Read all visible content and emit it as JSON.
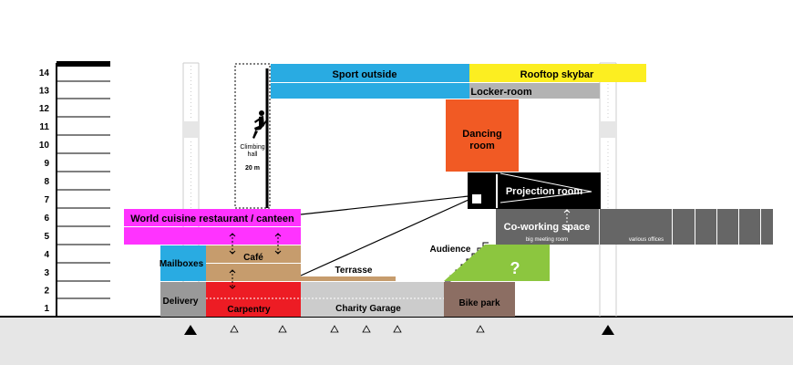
{
  "floors": [
    "1",
    "2",
    "3",
    "4",
    "5",
    "6",
    "7",
    "8",
    "9",
    "10",
    "11",
    "12",
    "13",
    "14"
  ],
  "spaces": {
    "sport_outside": "Sport outside",
    "rooftop_skybar": "Rooftop skybar",
    "locker_room": "Locker-room",
    "dancing_room": "Dancing room",
    "climbing_hall": "Climbing hall",
    "climbing_height": "20 m",
    "projection_room": "Projection room",
    "coworking_space": "Co-working space",
    "big_meeting_room": "big meeting room",
    "various_offices": "various offices",
    "restaurant": "World cuisine restaurant / canteen",
    "audience": "Audience",
    "mailboxes": "Mailboxes",
    "cafe": "Café",
    "terrasse": "Terrasse",
    "unknown": "?",
    "delivery": "Delivery",
    "carpentry": "Carpentry",
    "charity_garage": "Charity Garage",
    "bike_park": "Bike park"
  },
  "colors": {
    "sport": "#29abe2",
    "rooftop": "#fcee21",
    "locker": "#b3b3b3",
    "dancing": "#f15a24",
    "projection": "#000000",
    "coworking": "#666666",
    "restaurant": "#ff33ff",
    "mailboxes": "#29abe2",
    "cafe": "#c69c6d",
    "terrasse": "#c69c6d",
    "unknown": "#8cc63f",
    "delivery": "#999999",
    "carpentry": "#ed1c24",
    "charity_garage": "#cccccc",
    "bike_park": "#8c6e63",
    "ground": "#e6e6e6"
  }
}
